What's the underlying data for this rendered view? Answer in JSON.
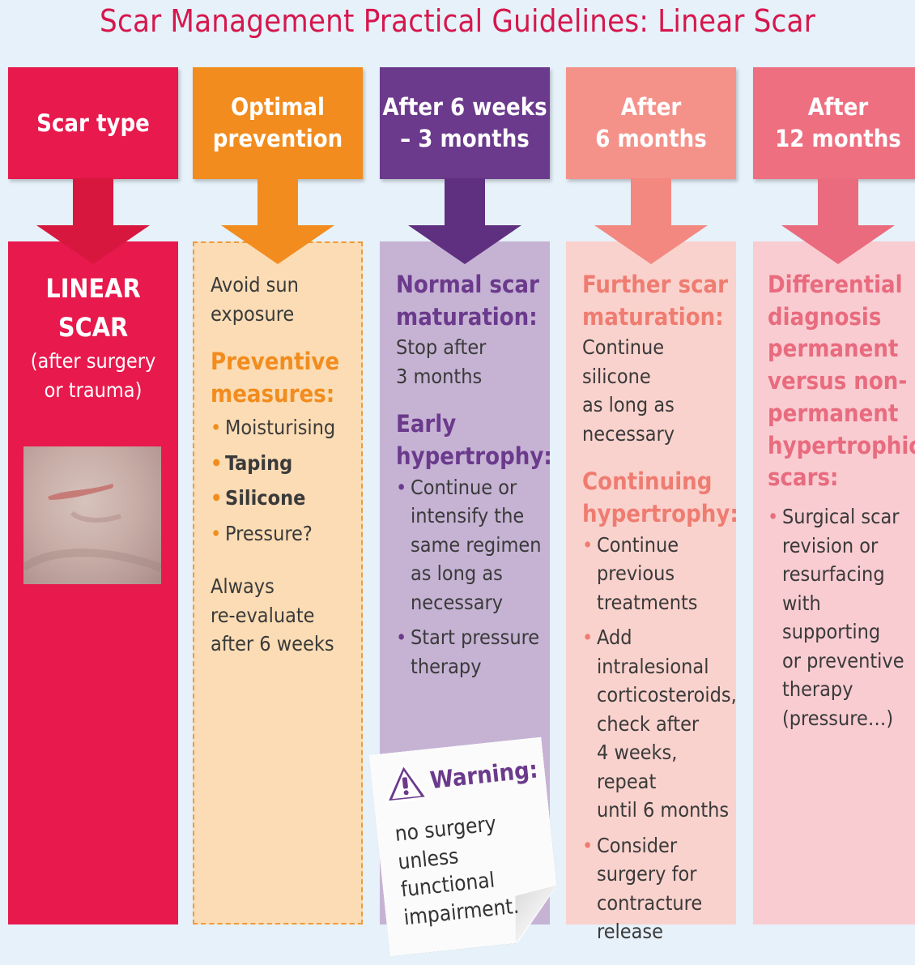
{
  "title": "Scar Management Practical Guidelines: Linear Scar",
  "colors": {
    "scar_type": "#e8194d",
    "prevention": "#f28c1e",
    "weeks_6_to_3_months": "#6b3a8c",
    "months_6": "#ef7c71",
    "months_12": "#e86b7e"
  },
  "headers": [
    "Scar type",
    "Optimal\nprevention",
    "After 6 weeks\n– 3 months",
    "After\n6 months",
    "After\n12 months"
  ],
  "col1": {
    "heading": "LINEAR\nSCAR",
    "sub": "(after surgery\nor trauma)",
    "photo_label": "scar photo"
  },
  "col2": {
    "intro": "Avoid sun\nexposure",
    "measures_title": "Preventive\nmeasures:",
    "measures": [
      "Moisturising",
      "Taping",
      "Silicone",
      "Pressure?"
    ],
    "outro": "Always\nre-evaluate\nafter 6 weeks"
  },
  "col3": {
    "title1": "Normal scar\nmaturation:",
    "text1": "Stop after\n3 months",
    "title2": "Early\nhypertrophy:",
    "items": [
      "Continue or\nintensify the\nsame regimen\nas long as\nnecessary",
      "Start pressure\ntherapy"
    ]
  },
  "col4": {
    "title1": "Further scar\nmaturation:",
    "text1": "Continue silicone\nas long as\nnecessary",
    "title2": "Continuing\nhypertrophy:",
    "items": [
      "Continue\nprevious\ntreatments",
      "Add intralesional\ncorticosteroids,\ncheck after\n4 weeks, repeat\nuntil 6 months",
      "Consider\nsurgery for\ncontracture\nrelease"
    ]
  },
  "col5": {
    "title": "Differential\ndiagnosis\npermanent\nversus non-\npermanent\nhypertrophic\nscars:",
    "items": [
      "Surgical scar\nrevision or\nresurfacing\nwith\nsupporting\nor preventive\ntherapy\n(pressure…)"
    ]
  },
  "warning": {
    "title": "Warning:",
    "text": "no surgery\nunless\nfunctional\nimpairment.",
    "icon": "warning-triangle-icon"
  }
}
